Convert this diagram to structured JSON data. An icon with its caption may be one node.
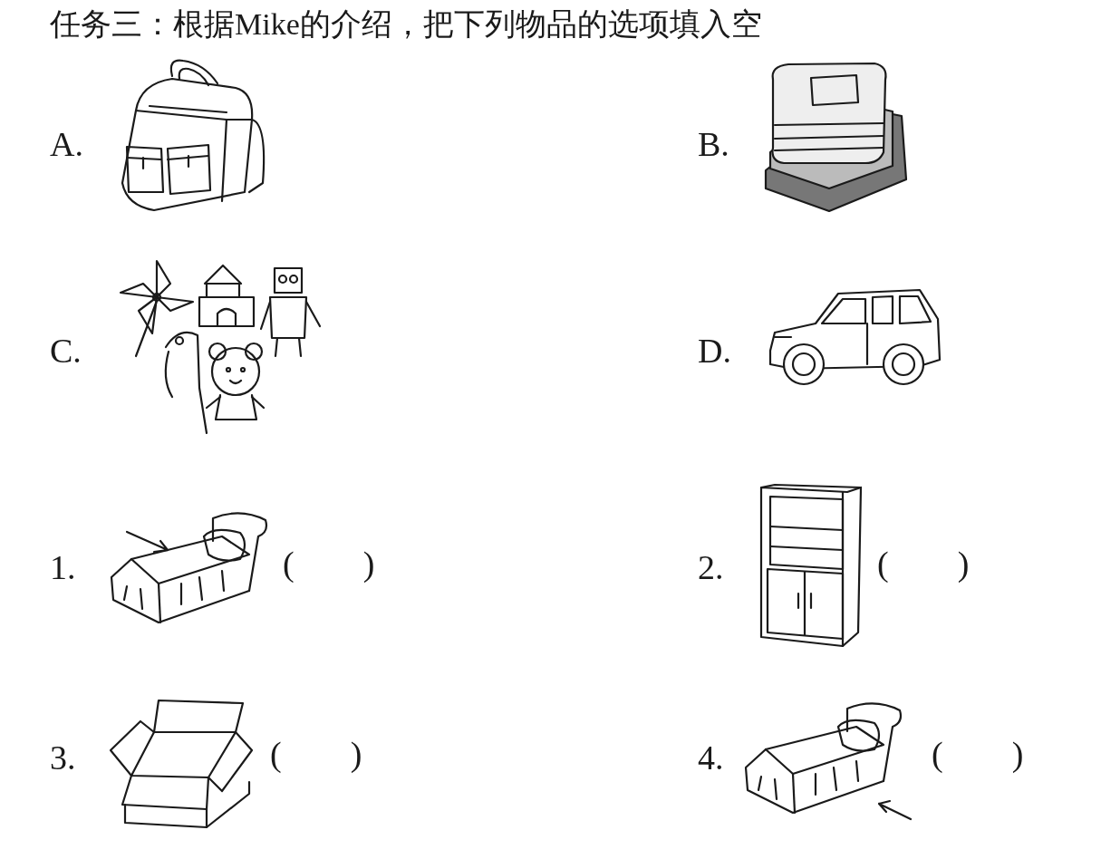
{
  "diagram": {
    "title": "任务三：根据Mike的介绍，把下列物品的选项填入空",
    "labels": [
      "A.",
      "B.",
      "C.",
      "D.",
      "1.",
      "(        )",
      "2.",
      "(        )",
      "3.",
      "(        )",
      "4.",
      "(        )"
    ]
  }
}
